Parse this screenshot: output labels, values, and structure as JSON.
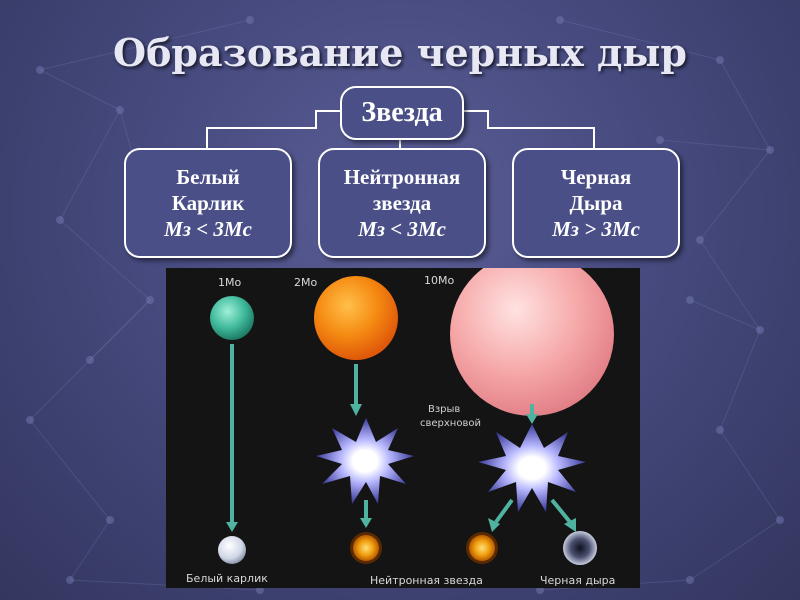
{
  "slide": {
    "title": "Образование черных дыр"
  },
  "diagram": {
    "root": "Звезда",
    "children": [
      {
        "line1": "Белый",
        "line2": "Карлик",
        "formula": "Mз < 3Mс"
      },
      {
        "line1": "Нейтронная",
        "line2": "звезда",
        "formula": "Mз < 3Mс"
      },
      {
        "line1": "Черная",
        "line2": "Дыра",
        "formula": "Mз > 3Mс"
      }
    ]
  },
  "illustration": {
    "masses": [
      "1Mo",
      "2Mo",
      "10Mo"
    ],
    "supernova_label_1": "Взрыв",
    "supernova_label_2": "сверхновой",
    "bottom_labels": [
      "Белый карлик",
      "Нейтронная звезда",
      "Черная дыра"
    ]
  },
  "colors": {
    "background": "#464a7e",
    "box_fill": "#4a4f87",
    "white_dwarf_star": "#3fb89a",
    "neutron_star_progenitor": "#f07a10",
    "massive_star": "#f4a6a6",
    "illustration_bg": "#141414"
  }
}
